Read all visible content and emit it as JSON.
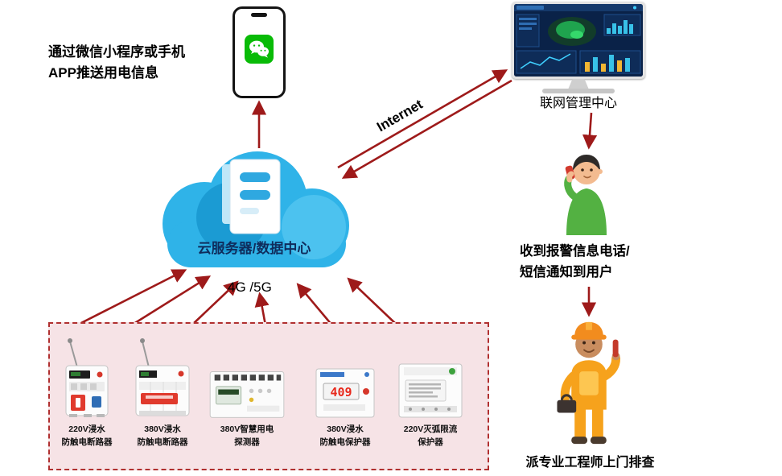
{
  "colors": {
    "arrow_red": "#9e1a1a",
    "cloud_blue": "#2fb3e8",
    "wechat_green": "#09bb07",
    "device_box_bg": "#f6e3e6",
    "device_box_border": "#b03030",
    "cloud_label_navy": "#0f2c5c",
    "display_red": "#e8291c"
  },
  "notes": {
    "wechat_line1": "通过微信小程序或手机",
    "wechat_line2": "APP推送用电信息",
    "alarm_line1": "收到报警信息电话/",
    "alarm_line2": "短信通知到用户"
  },
  "labels": {
    "management_center": "联网管理中心",
    "cloud_server": "云服务器/数据中心",
    "internet": "Internet",
    "network": "4G /5G",
    "engineer": "派专业工程师上门排查"
  },
  "devices": [
    {
      "line1": "220V浸水",
      "line2": "防触电断路器"
    },
    {
      "line1": "380V浸水",
      "line2": "防触电断路器"
    },
    {
      "line1": "380V智慧用电",
      "line2": "探测器"
    },
    {
      "line1": "380V浸水",
      "line2": "防触电保护器",
      "display": "409"
    },
    {
      "line1": "220V灭弧限流",
      "line2": "保护器"
    }
  ]
}
